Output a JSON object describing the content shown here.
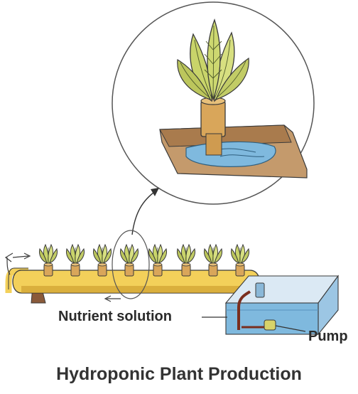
{
  "labels": {
    "nutrient_solution": "Nutrient solution",
    "pump": "Pump"
  },
  "title": "Hydroponic Plant Production",
  "colors": {
    "pipe": "#f3d05a",
    "pipe_shadow": "#c99a2a",
    "water": "#7fb9de",
    "leaf": "#c9d46a",
    "leaf_vein": "#4e5a2a",
    "pot": "#d9a65a",
    "tray": "#b88a5a",
    "tubing": "#7a2e1e",
    "outline": "#3a3a3a"
  },
  "plant_count": 8
}
